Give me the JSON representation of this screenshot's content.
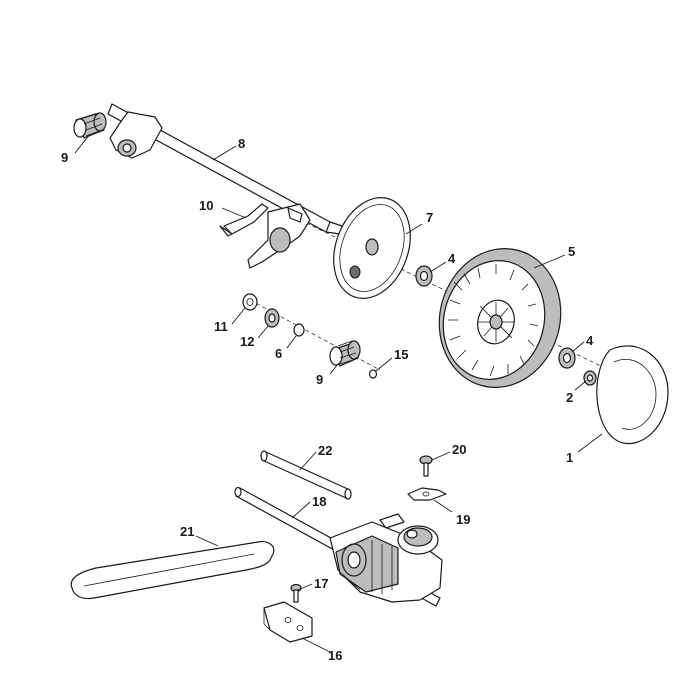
{
  "callouts": [
    {
      "label": "1"
    },
    {
      "label": "2"
    },
    {
      "label": "4"
    },
    {
      "label": "4"
    },
    {
      "label": "5"
    },
    {
      "label": "6"
    },
    {
      "label": "7"
    },
    {
      "label": "8"
    },
    {
      "label": "9"
    },
    {
      "label": "9"
    },
    {
      "label": "10"
    },
    {
      "label": "11"
    },
    {
      "label": "12"
    },
    {
      "label": "15"
    },
    {
      "label": "16"
    },
    {
      "label": "17"
    },
    {
      "label": "18"
    },
    {
      "label": "19"
    },
    {
      "label": "20"
    },
    {
      "label": "21"
    },
    {
      "label": "22"
    }
  ]
}
